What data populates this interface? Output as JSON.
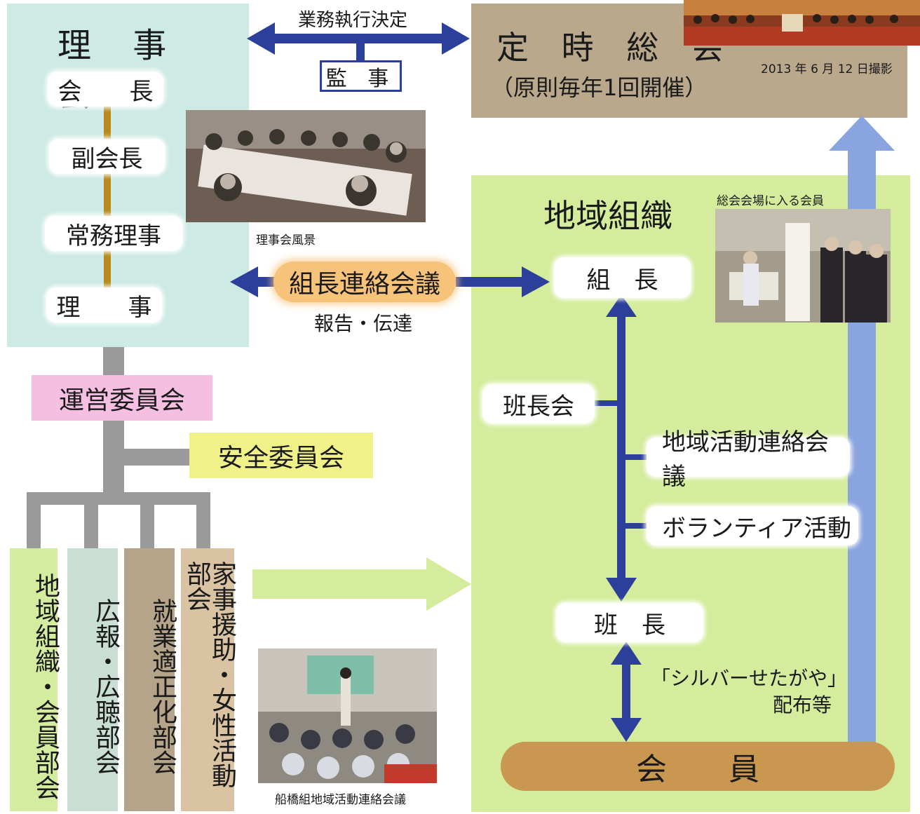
{
  "board": {
    "title": "理 事 会",
    "roles": [
      "会　　長",
      "副会長",
      "常務理事",
      "理　　事"
    ],
    "photo_caption": "理事会風景"
  },
  "auditor": {
    "decision_label": "業務執行決定",
    "box_label": "監 事"
  },
  "general_meeting": {
    "title": "定 時 総 会",
    "subtitle": "（原則毎年1回開催）",
    "photo_note": "2013 年 6 月 12 日撮影"
  },
  "liaison": {
    "label": "組長連絡会議",
    "sub_label": "報告・伝達"
  },
  "committees": {
    "operations": "運営委員会",
    "safety": "安全委員会"
  },
  "departments": [
    "地域組織・会員部会",
    "広報・広聴部会",
    "就業適正化部会",
    "家事援助・女性活動部会"
  ],
  "bottom_photo_caption": "船橋組地域活動連絡会議",
  "region": {
    "title": "地域組織",
    "photo_caption": "総会会場に入る会員",
    "leader": "組　長",
    "han_meeting": "班長会",
    "activity_meeting": "地域活動連絡会議",
    "volunteer": "ボランティア活動",
    "han_leader": "班　長",
    "distribution_line1": "「シルバーせたがや」",
    "distribution_line2": "配布等",
    "members": "会　　員"
  },
  "colors": {
    "board_panel": "#cdeae4",
    "general_panel": "#b9a88b",
    "region_panel": "#d4ec9c",
    "arrow_blue": "#2c3f9a",
    "arrow_light_blue": "#8aa4e0",
    "connector_gray": "#9a9a9a",
    "operations_pink": "#f4bfe0",
    "safety_yellow": "#f1f18a",
    "liaison_orange": "#f7c37a",
    "members_brown": "#c99750",
    "department_colors": [
      "#d3eca0",
      "#c9dfd3",
      "#b5a48a",
      "#d9c3a2"
    ]
  }
}
